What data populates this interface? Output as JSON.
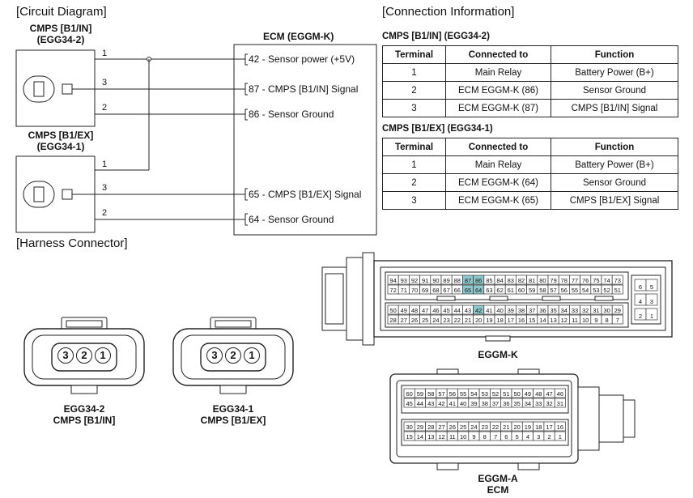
{
  "headings": {
    "circuit": "[Circuit Diagram]",
    "connection": "[Connection Information]",
    "harness": "[Harness Connector]"
  },
  "circuit": {
    "sensor1_name": "CMPS [B1/IN]",
    "sensor1_code": "(EGG34-2)",
    "sensor2_name": "CMPS [B1/EX]",
    "sensor2_code": "(EGG34-1)",
    "ecm_title": "ECM (EGGM-K)",
    "pins": {
      "p1": "1",
      "p2": "2",
      "p3": "3"
    },
    "ecm_lines": [
      "42 - Sensor power (+5V)",
      "87 - CMPS [B1/IN] Signal",
      "86 - Sensor Ground",
      "65 - CMPS [B1/EX] Signal",
      "64 - Sensor Ground"
    ]
  },
  "tables": [
    {
      "caption": "CMPS [B1/IN] (EGG34-2)",
      "headers": [
        "Terminal",
        "Connected to",
        "Function"
      ],
      "rows": [
        [
          "1",
          "Main Relay",
          "Battery Power (B+)"
        ],
        [
          "2",
          "ECM EGGM-K (86)",
          "Sensor Ground"
        ],
        [
          "3",
          "ECM EGGM-K (87)",
          "CMPS [B1/IN] Signal"
        ]
      ]
    },
    {
      "caption": "CMPS [B1/EX] (EGG34-1)",
      "headers": [
        "Terminal",
        "Connected to",
        "Function"
      ],
      "rows": [
        [
          "1",
          "Main Relay",
          "Battery Power (B+)"
        ],
        [
          "2",
          "ECM EGGM-K (64)",
          "Sensor Ground"
        ],
        [
          "3",
          "ECM EGGM-K (65)",
          "CMPS [B1/EX] Signal"
        ]
      ]
    }
  ],
  "harness": {
    "conn1_code": "EGG34-2",
    "conn1_name": "CMPS [B1/IN]",
    "conn2_code": "EGG34-1",
    "conn2_name": "CMPS [B1/EX]",
    "pin_labels": [
      "3",
      "2",
      "1"
    ],
    "eggm_k_label": "EGGM-K",
    "eggm_a_label": "EGGM-A",
    "ecm_label": "ECM",
    "eggm_k_rows": [
      [
        "94",
        "93",
        "92",
        "91",
        "90",
        "89",
        "88",
        "87",
        "86",
        "85",
        "84",
        "83",
        "82",
        "81",
        "80",
        "79",
        "78",
        "77",
        "76",
        "75",
        "74",
        "73"
      ],
      [
        "72",
        "71",
        "70",
        "69",
        "68",
        "67",
        "66",
        "65",
        "64",
        "63",
        "62",
        "61",
        "60",
        "59",
        "58",
        "57",
        "56",
        "55",
        "54",
        "53",
        "52",
        "51"
      ],
      [
        "50",
        "49",
        "48",
        "47",
        "46",
        "45",
        "44",
        "43",
        "42",
        "41",
        "40",
        "39",
        "38",
        "37",
        "36",
        "35",
        "34",
        "33",
        "32",
        "31",
        "30",
        "29"
      ],
      [
        "28",
        "27",
        "26",
        "25",
        "24",
        "23",
        "22",
        "21",
        "20",
        "19",
        "18",
        "17",
        "16",
        "15",
        "14",
        "13",
        "12",
        "11",
        "10",
        "9",
        "8",
        "7"
      ]
    ],
    "eggm_k_side": [
      [
        "6",
        "5"
      ],
      [
        "4",
        "3"
      ],
      [
        "2",
        "1"
      ]
    ],
    "eggm_k_highlight": [
      "87",
      "86",
      "65",
      "64",
      "42"
    ],
    "highlight_color": "#8ec8cc",
    "eggm_a_rows": [
      [
        "60",
        "59",
        "58",
        "57",
        "56",
        "55",
        "54",
        "53",
        "52",
        "51",
        "50",
        "49",
        "48",
        "47",
        "46"
      ],
      [
        "45",
        "44",
        "43",
        "42",
        "41",
        "40",
        "39",
        "38",
        "37",
        "36",
        "35",
        "34",
        "33",
        "32",
        "31"
      ],
      [
        "30",
        "29",
        "28",
        "27",
        "26",
        "25",
        "24",
        "23",
        "22",
        "21",
        "20",
        "19",
        "18",
        "17",
        "16"
      ],
      [
        "15",
        "14",
        "13",
        "12",
        "11",
        "10",
        "9",
        "8",
        "7",
        "6",
        "5",
        "4",
        "3",
        "2",
        "1"
      ]
    ]
  }
}
